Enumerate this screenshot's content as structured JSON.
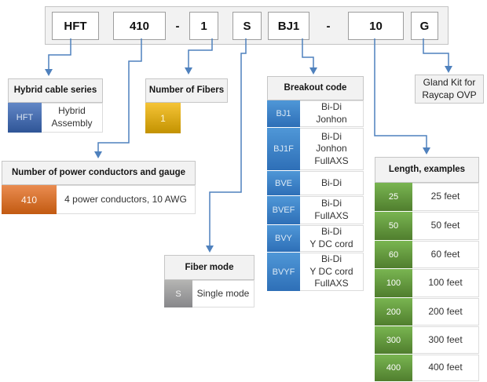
{
  "part_number": {
    "boxes": [
      "HFT",
      "410",
      "1",
      "S",
      "BJ1",
      "10",
      "G"
    ],
    "separators": [
      "-",
      "-"
    ]
  },
  "colors": {
    "connector_blue": "#4f81bd",
    "blue_code": "#2f5597",
    "breakout_blue": "#2e6fb7",
    "orange_code": "#c25a11",
    "yellow_code": "#c39200",
    "gray_code": "#87878a",
    "green_code": "#507e2e",
    "header_bg": "#f2f2f2"
  },
  "sections": {
    "hybrid_series": {
      "title": "Hybrid cable series",
      "code": "HFT",
      "desc": "Hybrid\nAssembly"
    },
    "num_fibers": {
      "title": "Number of Fibers",
      "code": "1"
    },
    "power": {
      "title": "Number of power conductors and gauge",
      "code": "410",
      "desc": "4 power conductors, 10 AWG"
    },
    "fiber_mode": {
      "title": "Fiber mode",
      "code": "S",
      "desc": "Single mode"
    },
    "breakout": {
      "title": "Breakout code",
      "rows": [
        {
          "code": "BJ1",
          "desc": "Bi-Di\nJonhon"
        },
        {
          "code": "BJ1F",
          "desc": "Bi-Di\nJonhon\nFullAXS"
        },
        {
          "code": "BVE",
          "desc": "Bi-Di"
        },
        {
          "code": "BVEF",
          "desc": "Bi-Di\nFullAXS"
        },
        {
          "code": "BVY",
          "desc": "Bi-Di\nY DC cord"
        },
        {
          "code": "BVYF",
          "desc": "Bi-Di\nY DC cord\nFullAXS"
        }
      ]
    },
    "gland": {
      "label": "Gland Kit for\nRaycap OVP"
    },
    "length": {
      "title": "Length, examples",
      "rows": [
        {
          "code": "25",
          "desc": "25 feet"
        },
        {
          "code": "50",
          "desc": "50 feet"
        },
        {
          "code": "60",
          "desc": "60 feet"
        },
        {
          "code": "100",
          "desc": "100 feet"
        },
        {
          "code": "200",
          "desc": "200 feet"
        },
        {
          "code": "300",
          "desc": "300 feet"
        },
        {
          "code": "400",
          "desc": "400 feet"
        }
      ]
    }
  }
}
